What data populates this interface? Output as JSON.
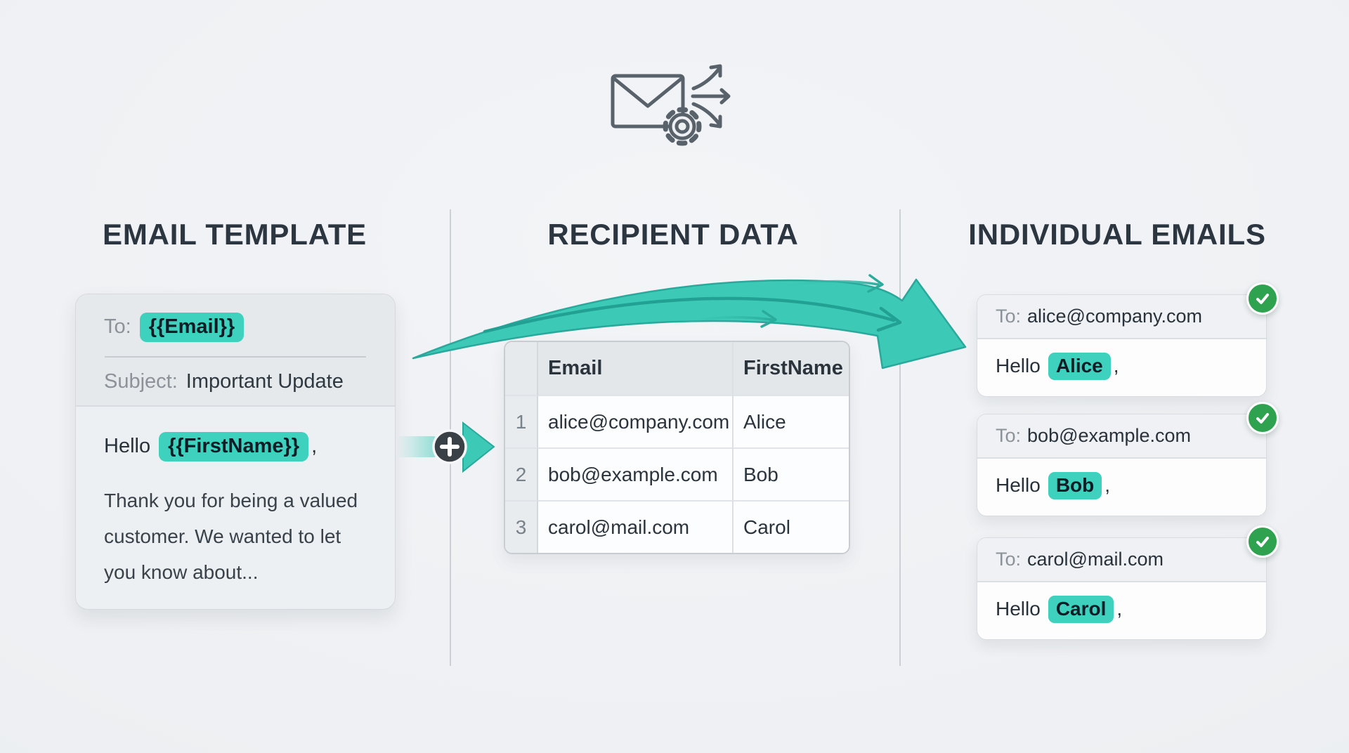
{
  "meta": {
    "background": "#eef0f3",
    "accent_teal": "#3ccab7",
    "accent_teal_dark": "#21a093",
    "heading_color": "#2c3641",
    "success_green": "#2ea24f"
  },
  "top_icon": {
    "name": "envelope-gear-send-icon"
  },
  "template_column": {
    "heading": "EMAIL TEMPLATE",
    "card": {
      "to_label": "To:",
      "to_value": "{{Email}}",
      "subject_label": "Subject:",
      "subject_value": "Important Update",
      "greeting_prefix": "Hello",
      "greeting_variable": "{{FirstName}}",
      "greeting_punctuation": ",",
      "body_lines": [
        "Thank you for being a valued",
        "customer. We wanted to let",
        "you know about..."
      ]
    }
  },
  "recipient_column": {
    "heading": "RECIPIENT DATA",
    "table": {
      "headers": [
        "Email",
        "FirstName"
      ],
      "rows": [
        {
          "num": "1",
          "email": "alice@company.com",
          "first_name": "Alice"
        },
        {
          "num": "2",
          "email": "bob@example.com",
          "first_name": "Bob"
        },
        {
          "num": "3",
          "email": "carol@mail.com",
          "first_name": "Carol"
        }
      ]
    }
  },
  "emails_column": {
    "heading": "INDIVIDUAL EMAILS",
    "cards": [
      {
        "to_label": "To:",
        "to_value": "alice@company.com",
        "greeting_prefix": "Hello",
        "name": "Alice",
        "punctuation": ","
      },
      {
        "to_label": "To:",
        "to_value": "bob@example.com",
        "greeting_prefix": "Hello",
        "name": "Bob",
        "punctuation": ","
      },
      {
        "to_label": "To:",
        "to_value": "carol@mail.com",
        "greeting_prefix": "Hello",
        "name": "Carol",
        "punctuation": ","
      }
    ]
  }
}
